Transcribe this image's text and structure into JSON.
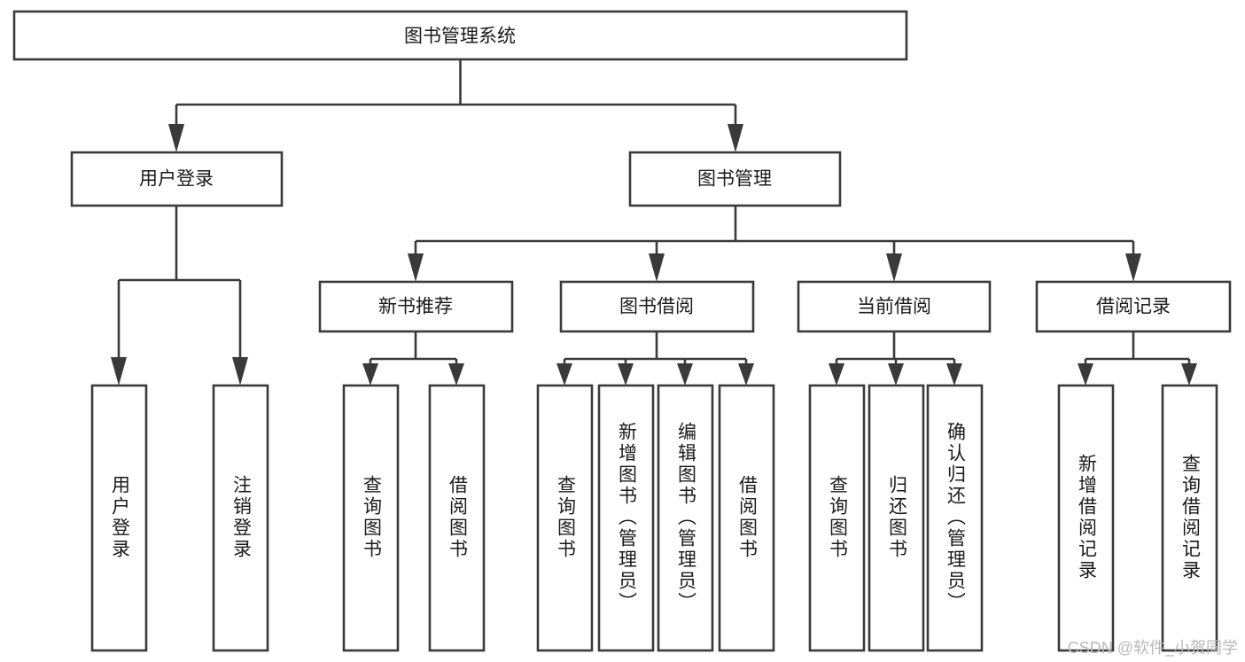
{
  "diagram": {
    "type": "tree-hierarchy-chart",
    "title": "图书管理系统",
    "watermark": "CSDN @软件_小贺同学",
    "colors": {
      "stroke": "#3a3a3a",
      "fill": "#ffffff",
      "text": "#1a1a1a",
      "watermark": "#b9b9b9"
    },
    "levels": {
      "root": {
        "label": "图书管理系统"
      },
      "level2": [
        {
          "label": "用户登录"
        },
        {
          "label": "图书管理"
        }
      ],
      "level3": [
        {
          "label": "新书推荐"
        },
        {
          "label": "图书借阅"
        },
        {
          "label": "当前借阅"
        },
        {
          "label": "借阅记录"
        }
      ],
      "leaves_user_login": [
        {
          "label": "用户登录"
        },
        {
          "label": "注销登录"
        }
      ],
      "leaves_new_book": [
        {
          "label": "查询图书"
        },
        {
          "label": "借阅图书"
        }
      ],
      "leaves_borrow": [
        {
          "label": "查询图书"
        },
        {
          "label": "新增图书（管理员）"
        },
        {
          "label": "编辑图书（管理员）"
        },
        {
          "label": "借阅图书"
        }
      ],
      "leaves_current": [
        {
          "label": "查询图书"
        },
        {
          "label": "归还图书"
        },
        {
          "label": "确认归还（管理员）"
        }
      ],
      "leaves_record": [
        {
          "label": "新增借阅记录"
        },
        {
          "label": "查询借阅记录"
        }
      ]
    }
  }
}
